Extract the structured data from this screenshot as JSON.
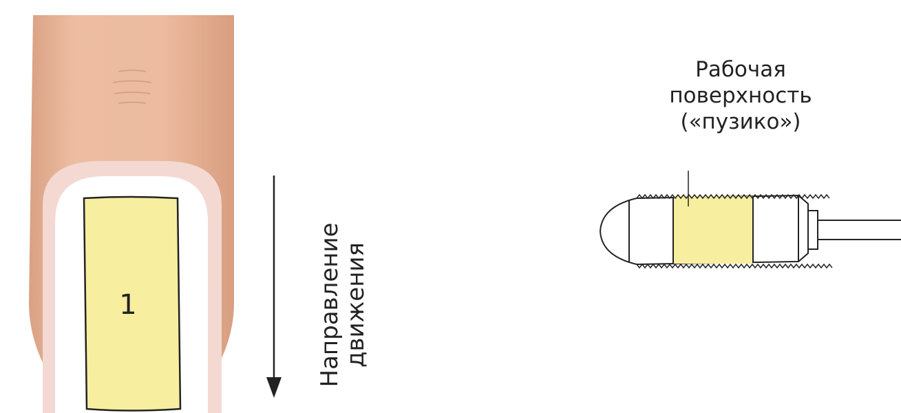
{
  "nail_diagram": {
    "zone_number": "1",
    "direction_label_line1": "Направление",
    "direction_label_line2": "движения"
  },
  "bit_diagram": {
    "label_line1": "Рабочая",
    "label_line2": "поверхность",
    "label_line3": "(«пузико»)"
  },
  "colors": {
    "skin": "#e9b59a",
    "nail_white": "#ffffff",
    "highlight": "#f7ee9f",
    "line": "#222222"
  }
}
